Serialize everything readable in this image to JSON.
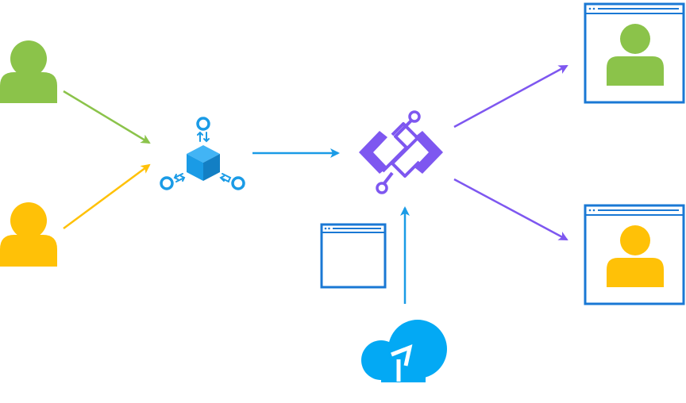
{
  "colors": {
    "user_green": "#8bc34a",
    "user_yellow": "#ffc107",
    "hub_blue": "#1a9be6",
    "gateway_purple": "#7e57f0",
    "window_blue": "#1a78d4",
    "cloud_blue": "#03a9f4",
    "arrow_green": "#8bc34a",
    "arrow_yellow": "#ffc107",
    "arrow_blue": "#1a9be6",
    "arrow_purple": "#7e57f0"
  },
  "nodes": [
    {
      "id": "user-green",
      "icon": "user-icon",
      "color": "user_green"
    },
    {
      "id": "user-yellow",
      "icon": "user-icon",
      "color": "user_yellow"
    },
    {
      "id": "hub",
      "icon": "cube-hub-icon",
      "color": "hub_blue"
    },
    {
      "id": "gateway",
      "icon": "code-gateway-icon",
      "color": "gateway_purple"
    },
    {
      "id": "browser-window",
      "icon": "browser-window-icon",
      "color": "window_blue"
    },
    {
      "id": "cloud-upload",
      "icon": "cloud-upload-icon",
      "color": "cloud_blue"
    },
    {
      "id": "output-green",
      "icon": "browser-user-icon",
      "color": "user_green"
    },
    {
      "id": "output-yellow",
      "icon": "browser-user-icon",
      "color": "user_yellow"
    }
  ],
  "edges": [
    {
      "from": "user-green",
      "to": "hub",
      "color": "arrow_green"
    },
    {
      "from": "user-yellow",
      "to": "hub",
      "color": "arrow_yellow"
    },
    {
      "from": "hub",
      "to": "gateway",
      "color": "arrow_blue"
    },
    {
      "from": "cloud-upload",
      "to": "gateway",
      "color": "arrow_blue"
    },
    {
      "from": "gateway",
      "to": "output-green",
      "color": "arrow_purple"
    },
    {
      "from": "gateway",
      "to": "output-yellow",
      "color": "arrow_purple"
    }
  ]
}
